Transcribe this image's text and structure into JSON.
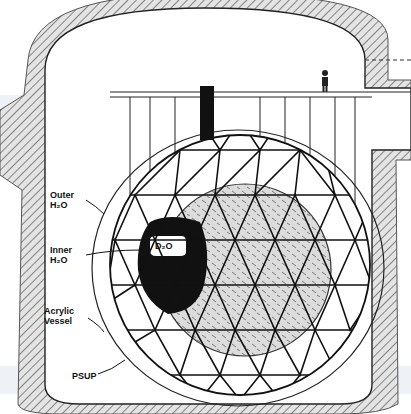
{
  "diagram": {
    "labels": [
      "Outer H₂O",
      "Inner H₂O",
      "D₂O",
      "Acrylic Vessel",
      "PSUP"
    ]
  }
}
